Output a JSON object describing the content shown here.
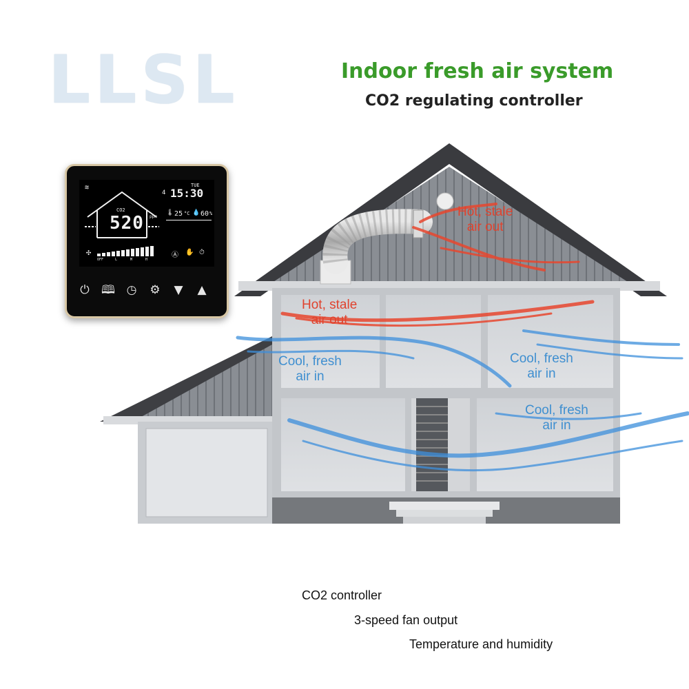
{
  "logo": {
    "text": "LLSL"
  },
  "header": {
    "title": "Indoor fresh air system",
    "subtitle": "CO2 regulating controller"
  },
  "thermostat": {
    "day": "TUE",
    "clock_day": "4",
    "time": "15:30",
    "co2_label": "CO2",
    "co2_value": "520",
    "co2_unit": "ppm",
    "temperature": "25",
    "temp_unit": "°C",
    "humidity": "60",
    "humidity_unit": "%",
    "fan_levels": [
      "OFF",
      "L",
      "M",
      "H"
    ],
    "buttons": {
      "power": "power-icon",
      "book": "book-icon",
      "clock": "clock-icon",
      "settings": "gear-icon",
      "down": "triangle-down-icon",
      "up": "triangle-up-icon"
    }
  },
  "airflow_labels": {
    "attic_hot": "Hot, stale\nair out",
    "upper_hot": "Hot, stale\nair out",
    "left_cool": "Cool, fresh\nair in",
    "right_upper_cool": "Cool, fresh\nair in",
    "right_lower_cool": "Cool, fresh\nair in"
  },
  "features": {
    "line1": "CO2 controller",
    "line2": "3-speed fan output",
    "line3": "Temperature and humidity"
  },
  "colors": {
    "title_green": "#3a9b2a",
    "hot_red": "#e0432e",
    "cool_blue": "#3f8fd0",
    "logo": "#dde8f2"
  }
}
